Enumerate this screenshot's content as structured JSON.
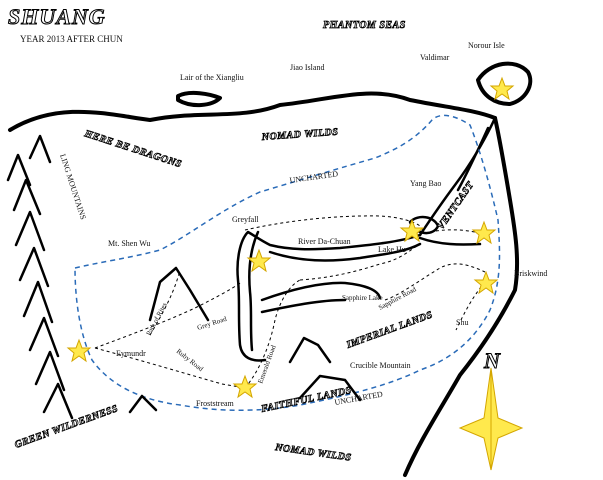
{
  "title": "SHUANG",
  "subtitle": "YEAR 2013 AFTER CHUN",
  "regions": {
    "phantom_seas": "PHANTOM SEAS",
    "here_be_dragons": "HERE BE DRAGONS",
    "nomad_wilds_north": "NOMAD WILDS",
    "nomad_wilds_south": "NOMAD WILDS",
    "ling_mountains": "LING MOUNTAINS",
    "uncharted_north": "UNCHARTED",
    "uncharted_south": "UNCHARTED",
    "imperial_lands": "IMPERIAL LANDS",
    "faithful_lands": "FAITHFUL LANDS",
    "green_wilderness": "GREEN WILDERNESS",
    "ventcast": "VENTCAST"
  },
  "places": {
    "norour_isle": "Norour Isle",
    "valdimar": "Valdimar",
    "lair_xiangliu": "Lair of the Xiangliu",
    "jiao_island": "Jiao Island",
    "yang_bao": "Yang Bao",
    "greyfall": "Greyfall",
    "river_da_chuan": "River Da-Chuan",
    "lake_hu": "Lake Hu",
    "briskwind": "Briskwind",
    "mt_shen_wu": "Mt. Shen Wu",
    "sapphire_lake": "Sapphire Lake",
    "sapphire_road": "Sapphire Road",
    "path_of_rites": "Path of Rites",
    "grey_road": "Grey Road",
    "eymundr": "Eymundr",
    "ruby_road": "Ruby Road",
    "emerald_road": "Emerald Road",
    "crucible_mountain": "Crucible Mountain",
    "froststream": "Froststream",
    "shu": "Shu"
  },
  "compass": {
    "north_label": "N"
  },
  "colors": {
    "border": "#2a6bb8",
    "star": "#ffe94d"
  }
}
